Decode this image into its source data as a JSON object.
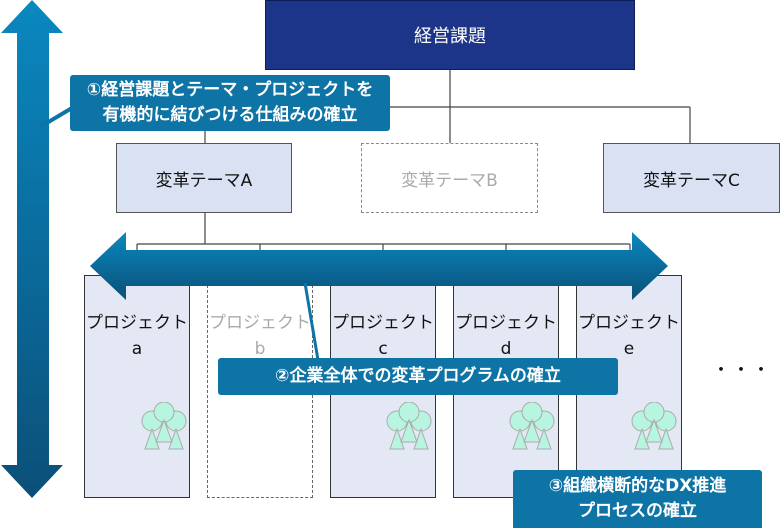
{
  "top": {
    "label": "経営課題"
  },
  "themes": [
    {
      "label": "変革テーマA",
      "active": true
    },
    {
      "label": "変革テーマB",
      "active": false
    },
    {
      "label": "変革テーマC",
      "active": true
    }
  ],
  "projects": [
    {
      "line1": "プロジェクト",
      "line2": "a",
      "active": true
    },
    {
      "line1": "プロジェクト",
      "line2": "b",
      "active": false
    },
    {
      "line1": "プロジェクト",
      "line2": "c",
      "active": true
    },
    {
      "line1": "プロジェクト",
      "line2": "d",
      "active": true
    },
    {
      "line1": "プロジェクト",
      "line2": "e",
      "active": true
    }
  ],
  "ellipsis": "・・・",
  "callouts": {
    "c1_line1": "①経営課題とテーマ・プロジェクトを",
    "c1_line2": "有機的に結びつける仕組みの確立",
    "c2": "②企業全体での変革プログラムの確立",
    "c3_line1": "③組織横断的なDX推進",
    "c3_line2": "プロセスの確立"
  },
  "colors": {
    "navy": "#1c3589",
    "callout": "#0e74a6",
    "theme": "#dae1f3",
    "people": "#b8f5e0"
  }
}
